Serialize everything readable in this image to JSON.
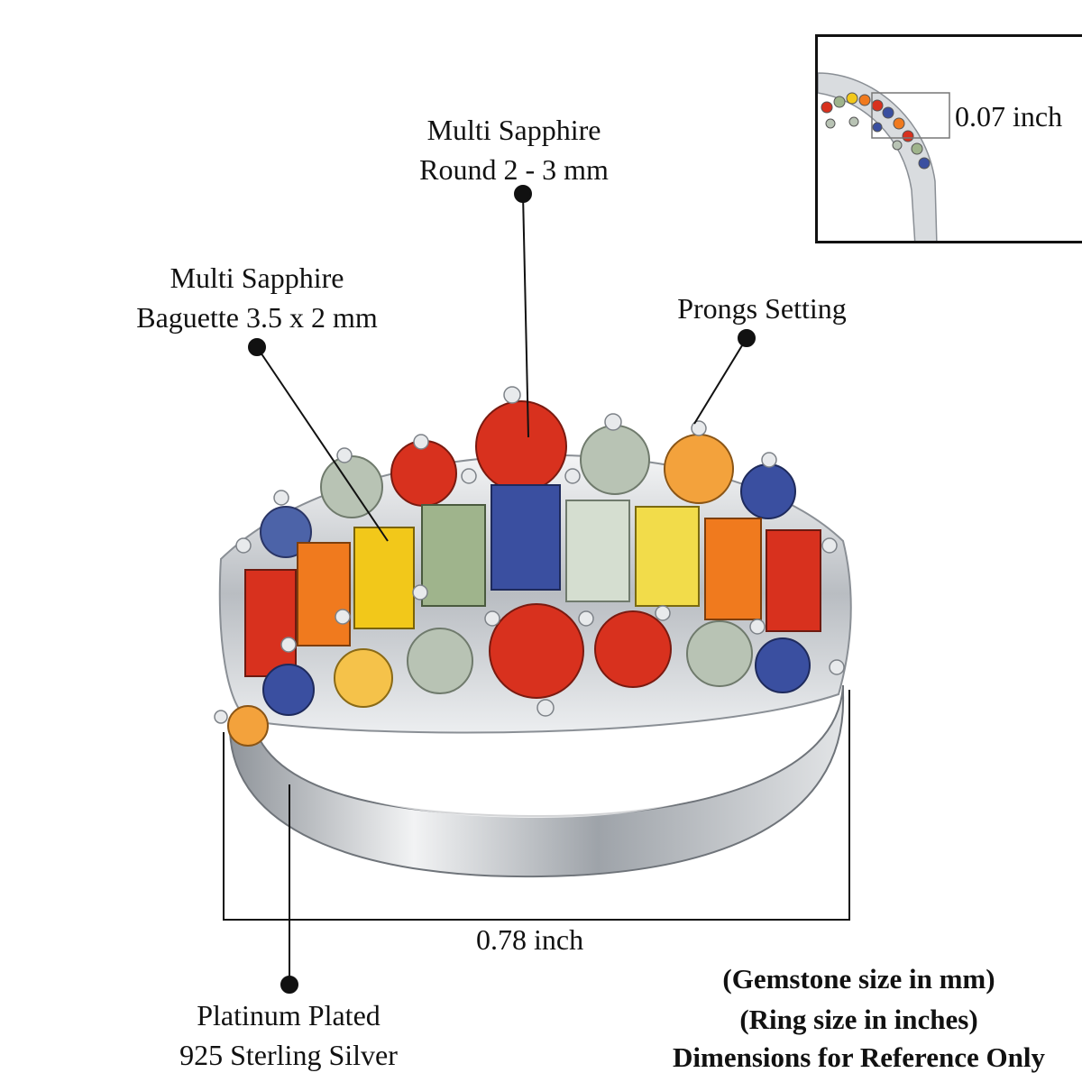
{
  "callouts": {
    "round": {
      "line1": "Multi Sapphire",
      "line2": "Round 2 - 3 mm"
    },
    "baguette": {
      "line1": "Multi Sapphire",
      "line2": "Baguette 3.5 x 2 mm"
    },
    "prongs": {
      "line1": "Prongs Setting"
    },
    "metal": {
      "line1": "Platinum Plated",
      "line2": "925 Sterling Silver"
    }
  },
  "dimensions": {
    "width": "0.78 inch",
    "height": "0.07 inch"
  },
  "notes": {
    "gemstone": "(Gemstone size in mm)",
    "ring": "(Ring size in inches)",
    "reference": "Dimensions for Reference Only"
  },
  "colors": {
    "ruby": "#d8311e",
    "orange": "#f07a1e",
    "yellow": "#f2c81a",
    "green": "#9fb48c",
    "blue": "#3a4fa0",
    "metal": "#c9ccd0"
  }
}
